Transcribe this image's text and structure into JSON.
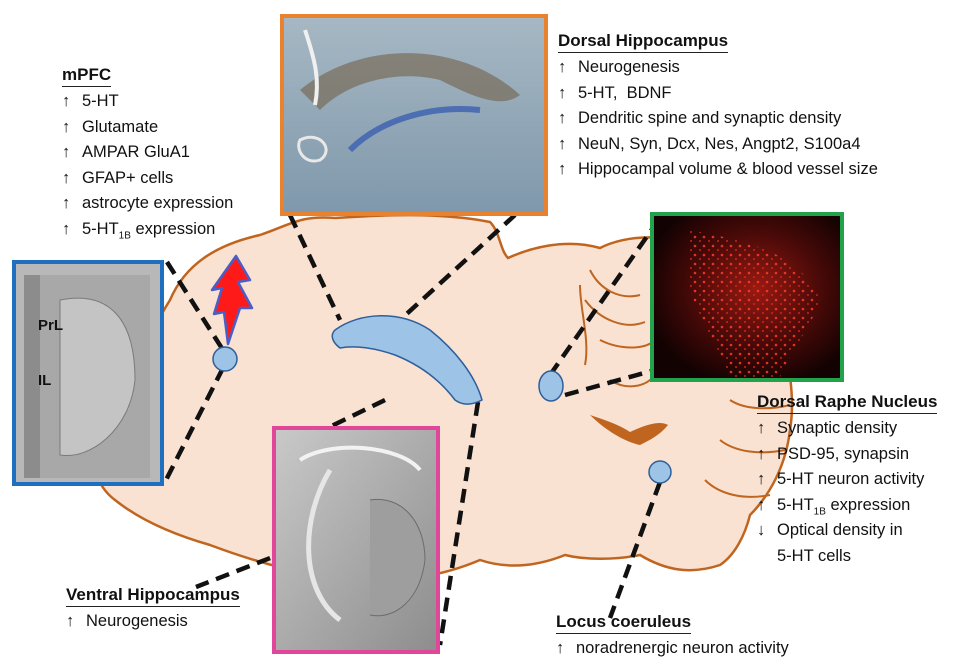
{
  "mpfc": {
    "heading": "mPFC",
    "items": [
      {
        "arrow": "↑",
        "text": "5-HT"
      },
      {
        "arrow": "↑",
        "text": "Glutamate"
      },
      {
        "arrow": "↑",
        "text": "AMPAR GluA1"
      },
      {
        "arrow": "↑",
        "text": "GFAP+ cells"
      },
      {
        "arrow": "↑",
        "text": "astrocyte expression"
      },
      {
        "arrow": "↑",
        "text": "5-HT",
        "sub": "1B",
        "after": "expression"
      }
    ],
    "inset_labels": [
      "PrL",
      "IL"
    ]
  },
  "dorsal_hippocampus": {
    "heading": "Dorsal Hippocampus",
    "items": [
      {
        "arrow": "↑",
        "text": "Neurogenesis"
      },
      {
        "arrow": "↑",
        "text": "5-HT,  BDNF"
      },
      {
        "arrow": "↑",
        "text": "Dendritic spine and synaptic density"
      },
      {
        "arrow": "↑",
        "text": "NeuN, Syn, Dcx, Nes, Angpt2, S100a4"
      },
      {
        "arrow": "↑",
        "text": "Hippocampal volume & blood vessel size"
      }
    ]
  },
  "dorsal_raphe": {
    "heading": "Dorsal Raphe Nucleus",
    "items": [
      {
        "arrow": "↑",
        "text": "Synaptic density"
      },
      {
        "arrow": "↑",
        "text": "PSD-95, synapsin"
      },
      {
        "arrow": "↑",
        "text": "5-HT neuron activity"
      },
      {
        "arrow": "↑",
        "text": "5-HT",
        "sub": "1B",
        "after": "expression"
      },
      {
        "arrow": "↓",
        "text": "Optical density in"
      },
      {
        "arrow": "",
        "text": "5-HT cells"
      }
    ]
  },
  "ventral_hippocampus": {
    "heading": "Ventral Hippocampus",
    "items": [
      {
        "arrow": "↑",
        "text": "Neurogenesis"
      }
    ]
  },
  "locus_coeruleus": {
    "heading": "Locus coeruleus",
    "items": [
      {
        "arrow": "↑",
        "text": "noradrenergic neuron activity"
      }
    ]
  },
  "colors": {
    "brain_fill": "#f9e2d2",
    "brain_outline": "#c0651f",
    "region_fill": "#9dc3e6",
    "region_outline": "#2e5f9a",
    "mpfc_frame": "#1f6fc0",
    "dorsal_hippo_frame": "#e8822e",
    "raphe_frame": "#22a24a",
    "ventral_hippo_frame": "#e0479a",
    "lightning": "#ff1a1a"
  }
}
